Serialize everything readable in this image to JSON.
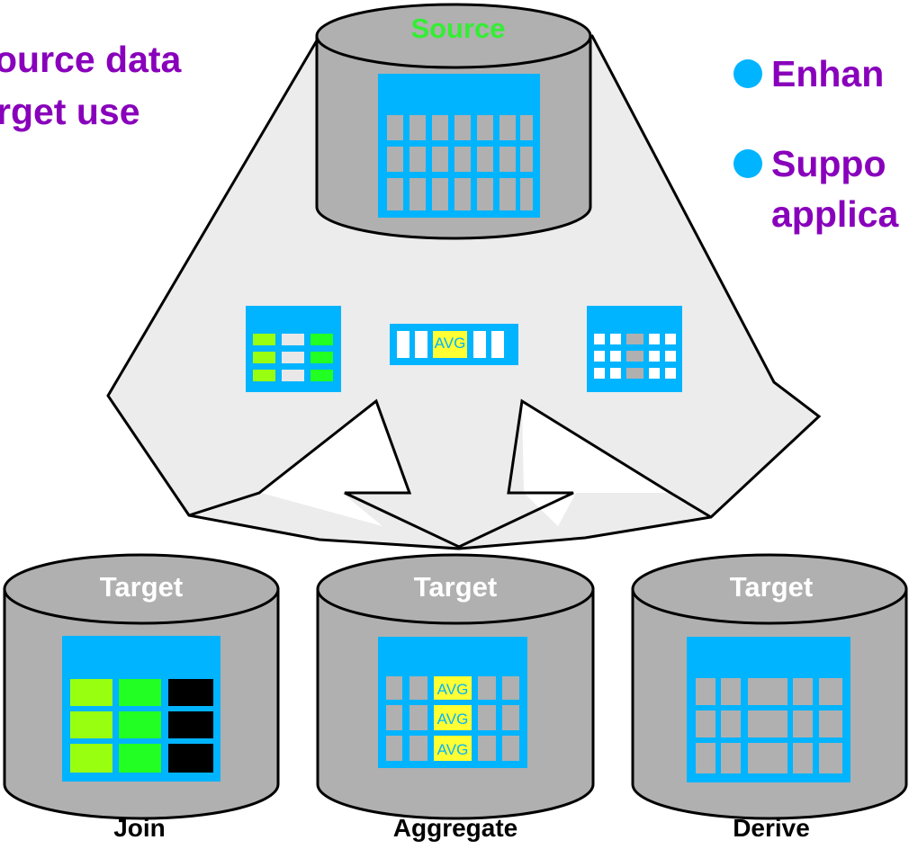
{
  "left_text": {
    "line1": "ource data",
    "line2": "rget use"
  },
  "bullets": [
    "Enhan",
    "Suppo",
    "applica"
  ],
  "source_label": "Source",
  "targets": [
    {
      "label": "Target",
      "caption": "Join"
    },
    {
      "label": "Target",
      "caption": "Aggregate"
    },
    {
      "label": "Target",
      "caption": "Derive"
    }
  ],
  "avg_label": "AVG",
  "colors": {
    "headline": "#8800bb",
    "bullet_dot": "#00b4ff",
    "cylinder": "#b0b0b0",
    "source_label": "#33ee33",
    "target_label": "#ffffff",
    "table_blue": "#00b4ff",
    "arrow_fill": "#ececec",
    "highlight_yellow": "#ffff33",
    "lime": "#99ff11",
    "green": "#22ff22",
    "black": "#000000"
  }
}
